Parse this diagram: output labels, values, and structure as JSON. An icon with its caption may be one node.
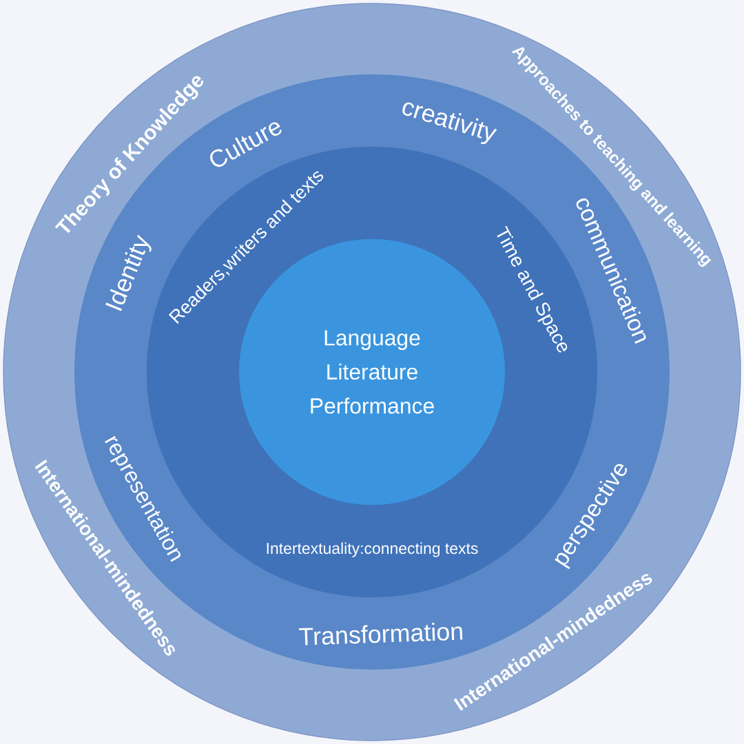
{
  "diagram": {
    "nodes": [
      {
        "text": [
          "Theory of Knowledge",
          "Approaches to teaching and learning",
          "International-mindedness",
          "International-mindedness"
        ]
      },
      {
        "text": [
          "Culture",
          "creativity",
          "communication",
          "perspective",
          "Transformation",
          "representation",
          "Identity"
        ],
        "in": 0
      },
      {
        "text": [
          "Readers,writers and texts",
          "Time and Space",
          "Intertextuality:connecting texts"
        ],
        "in": 1
      },
      {
        "text": [
          "Language Literature Performance"
        ],
        "in": 2
      }
    ]
  }
}
